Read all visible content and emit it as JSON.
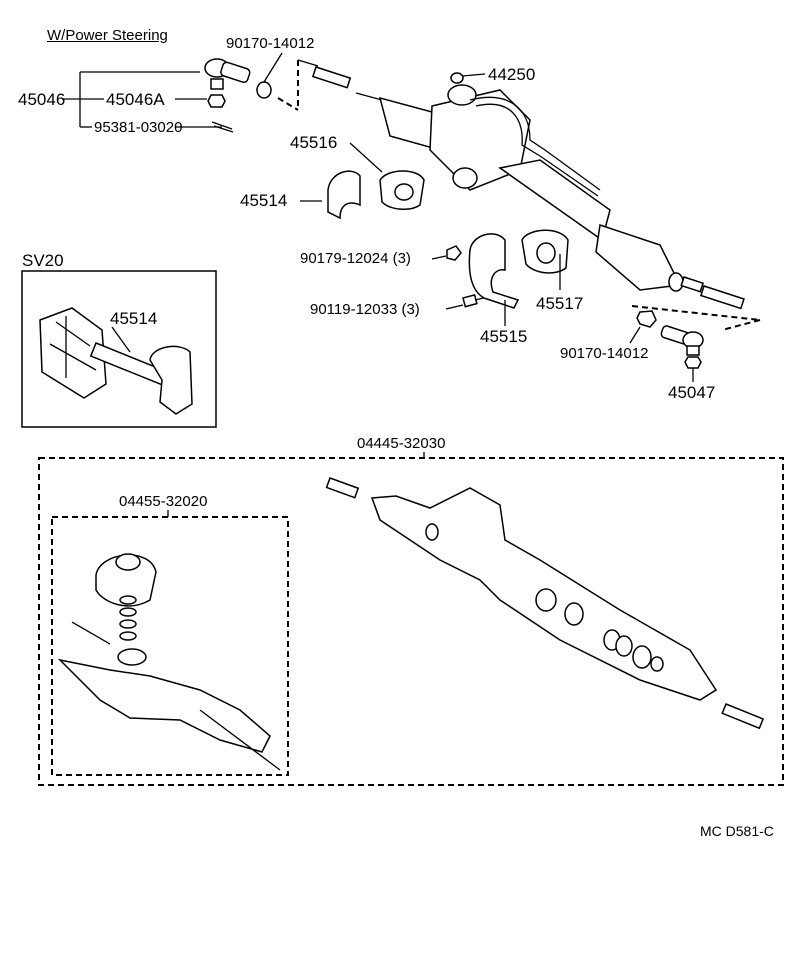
{
  "header": {
    "title": "W/Power Steering"
  },
  "parts": {
    "p45046": "45046",
    "p45046A": "45046A",
    "p95381": "95381-03020",
    "p90170_top": "90170-14012",
    "p44250": "44250",
    "p45516": "45516",
    "p45514": "45514",
    "p90179": "90179-12024 (3)",
    "p90119": "90119-12033 (3)",
    "p45517": "45517",
    "p45515": "45515",
    "p90170_bottom": "90170-14012",
    "p45047": "45047"
  },
  "inset": {
    "title": "SV20",
    "part": "45514"
  },
  "kits": {
    "main": "04445-32030",
    "sub": "04455-32020"
  },
  "footer": {
    "code": "MC D581-C"
  }
}
